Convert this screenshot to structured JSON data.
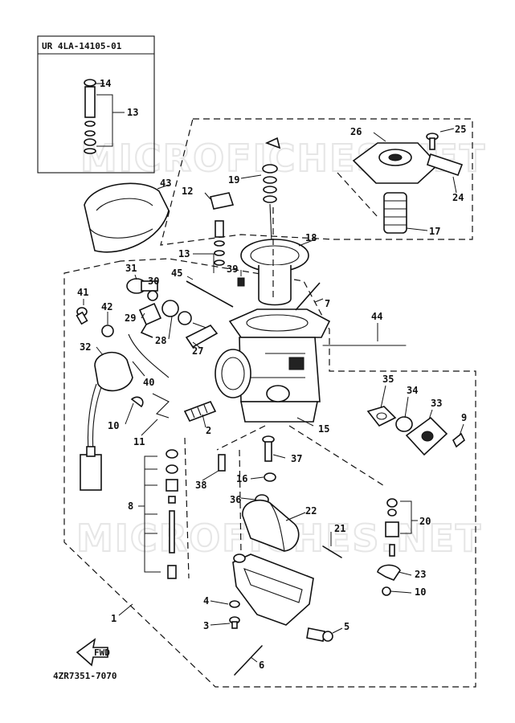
{
  "diagram": {
    "drawing_code": "4ZR7351-7070",
    "inset_code": "UR 4LA-14105-01",
    "watermark": "MICROFICHES.NET",
    "front_arrow_text": "FWD",
    "part_numbers": [
      "1",
      "2",
      "3",
      "4",
      "5",
      "6",
      "7",
      "8",
      "9",
      "10",
      "11",
      "12",
      "13",
      "14",
      "15",
      "16",
      "17",
      "18",
      "19",
      "20",
      "21",
      "22",
      "23",
      "24",
      "25",
      "26",
      "27",
      "28",
      "29",
      "30",
      "31",
      "32",
      "33",
      "34",
      "35",
      "36",
      "37",
      "38",
      "39",
      "40",
      "41",
      "42",
      "43",
      "44",
      "45"
    ],
    "labels": [
      {
        "id": "l14",
        "text": "14"
      },
      {
        "id": "l13a",
        "text": "13"
      },
      {
        "id": "l25",
        "text": "25"
      },
      {
        "id": "l26",
        "text": "26"
      },
      {
        "id": "l24",
        "text": "24"
      },
      {
        "id": "l17",
        "text": "17"
      },
      {
        "id": "l19",
        "text": "19"
      },
      {
        "id": "l18",
        "text": "18"
      },
      {
        "id": "l43",
        "text": "43"
      },
      {
        "id": "l12",
        "text": "12"
      },
      {
        "id": "l13b",
        "text": "13"
      },
      {
        "id": "l39",
        "text": "39"
      },
      {
        "id": "l45",
        "text": "45"
      },
      {
        "id": "l31",
        "text": "31"
      },
      {
        "id": "l30",
        "text": "30"
      },
      {
        "id": "l41",
        "text": "41"
      },
      {
        "id": "l42",
        "text": "42"
      },
      {
        "id": "l29",
        "text": "29"
      },
      {
        "id": "l28",
        "text": "28"
      },
      {
        "id": "l27",
        "text": "27"
      },
      {
        "id": "l7",
        "text": "7"
      },
      {
        "id": "l44",
        "text": "44"
      },
      {
        "id": "l32",
        "text": "32"
      },
      {
        "id": "l40",
        "text": "40"
      },
      {
        "id": "l35",
        "text": "35"
      },
      {
        "id": "l34",
        "text": "34"
      },
      {
        "id": "l33",
        "text": "33"
      },
      {
        "id": "l9",
        "text": "9"
      },
      {
        "id": "l10a",
        "text": "10"
      },
      {
        "id": "l2",
        "text": "2"
      },
      {
        "id": "l15",
        "text": "15"
      },
      {
        "id": "l11",
        "text": "11"
      },
      {
        "id": "l37",
        "text": "37"
      },
      {
        "id": "l38",
        "text": "38"
      },
      {
        "id": "l16",
        "text": "16"
      },
      {
        "id": "l36",
        "text": "36"
      },
      {
        "id": "l22",
        "text": "22"
      },
      {
        "id": "l8",
        "text": "8"
      },
      {
        "id": "l20",
        "text": "20"
      },
      {
        "id": "l21",
        "text": "21"
      },
      {
        "id": "l23",
        "text": "23"
      },
      {
        "id": "l10b",
        "text": "10"
      },
      {
        "id": "l4",
        "text": "4"
      },
      {
        "id": "l3",
        "text": "3"
      },
      {
        "id": "l5",
        "text": "5"
      },
      {
        "id": "l1",
        "text": "1"
      },
      {
        "id": "l6",
        "text": "6"
      }
    ]
  }
}
